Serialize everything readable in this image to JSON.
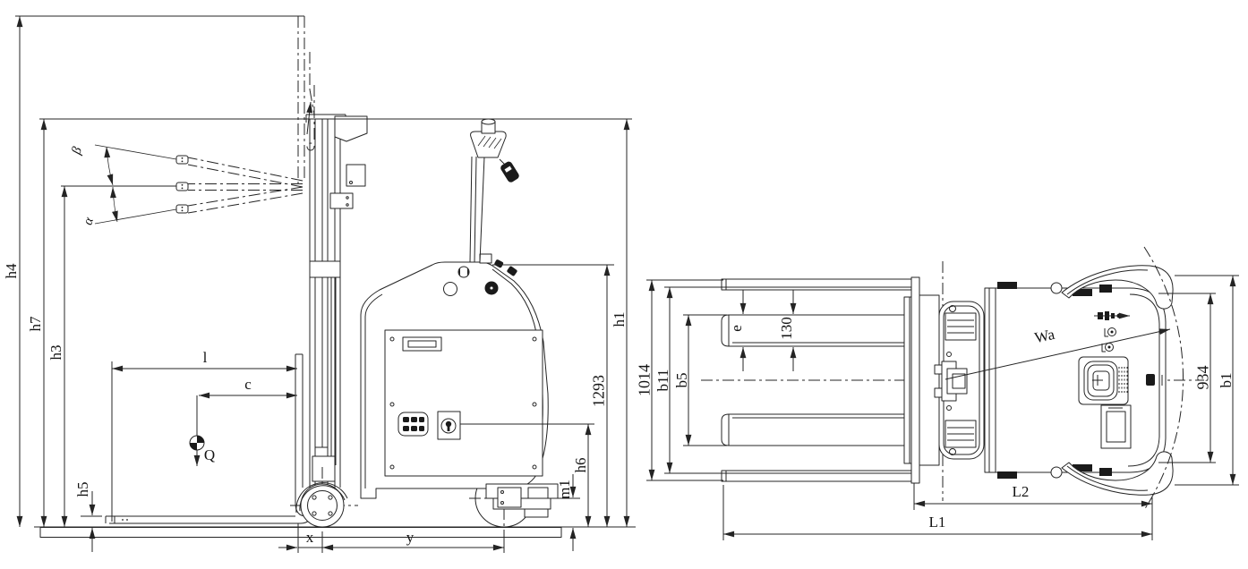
{
  "side_view": {
    "labels": {
      "h4": "h4",
      "h7": "h7",
      "h3": "h3",
      "h5": "h5",
      "beta": "β",
      "alpha": "α",
      "l": "l",
      "c": "c",
      "q": "Q",
      "x": "x",
      "y": "y",
      "m1": "m1",
      "h6": "h6",
      "dim_1293": "1293",
      "h1": "h1"
    }
  },
  "top_view": {
    "labels": {
      "dim_1014": "1014",
      "b11": "b11",
      "b5": "b5",
      "e": "e",
      "dim_130": "130",
      "wa": "Wa",
      "dim_934": "934",
      "b1": "b1",
      "l2": "L2",
      "l1": "L1"
    }
  },
  "colors": {
    "line": "#242424",
    "background": "#ffffff"
  }
}
